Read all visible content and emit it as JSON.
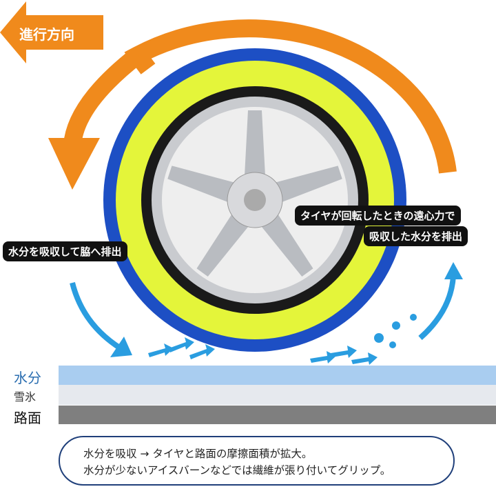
{
  "direction_label": "進行方向",
  "callouts": {
    "left": "水分を吸収して脇へ排出",
    "right_line1": "タイヤが回転したときの遠心力で",
    "right_line2": "吸収した水分を排出"
  },
  "layers": [
    {
      "label": "水分",
      "color": "#a9cdf0",
      "label_color": "#2a6db0"
    },
    {
      "label": "雪氷",
      "color": "#e6e9ee",
      "label_color": "#333333"
    },
    {
      "label": "路面",
      "color": "#7f7f7f",
      "label_color": "#111111"
    }
  ],
  "note": {
    "line1": "水分を吸収 → タイヤと路面の摩擦面積が拡大。",
    "line2": "水分が少ないアイスバーンなどでは繊維が張り付いてグリップ。"
  },
  "colors": {
    "orange": "#f08a1c",
    "blue_arrow": "#2a9de0",
    "sock_blue": "#1d4fc4",
    "sock_yellow": "#e4f53a"
  }
}
